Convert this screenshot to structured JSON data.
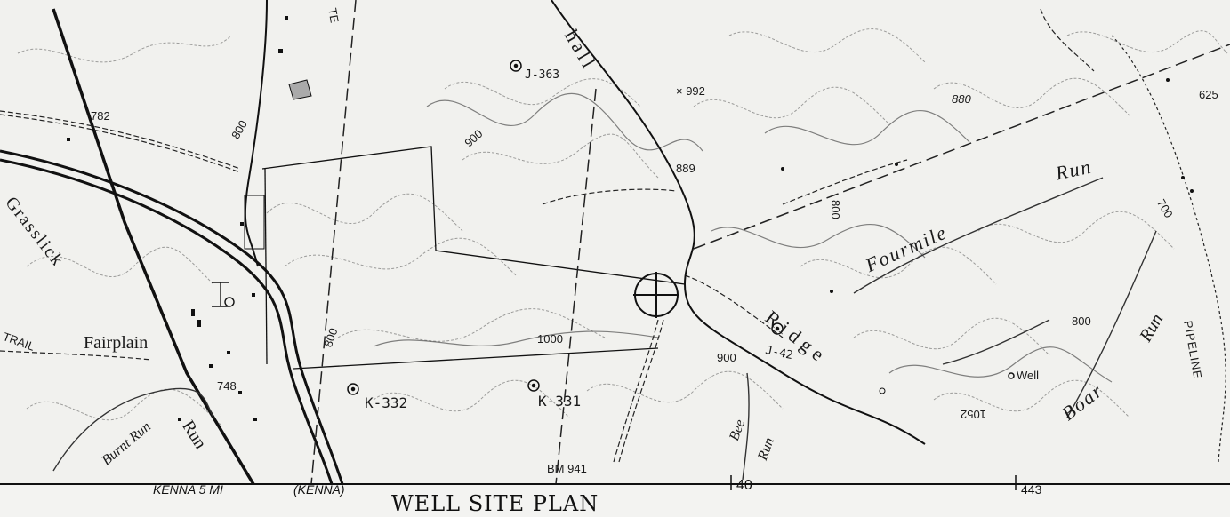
{
  "title": "WELL SITE PLAN",
  "places": {
    "fairplain": "Fairplain",
    "grasslick": "Grasslick",
    "run_left": "Run",
    "burnt_run": "Burnt Run",
    "trail": "TRAIL",
    "fourmile": "Fourmile",
    "run_top": "Run",
    "ridge": "Ridge",
    "boar": "Boar",
    "run_right": "Run",
    "pipeline": "PIPELINE",
    "bee": "Bee",
    "run_bee": "Run",
    "hall": "hall",
    "well": "Well",
    "te": "TE"
  },
  "wells": {
    "j363": "J-363",
    "k332": "K-332",
    "k331": "K-331",
    "j42": "J-42"
  },
  "elevations": {
    "e782": "782",
    "e800a": "800",
    "e900a": "900",
    "e992": "× 992",
    "e889": "889",
    "e880": "880",
    "e625": "625",
    "e800b": "800",
    "e700": "700",
    "e800c": "800",
    "e1000": "1000",
    "e900b": "900",
    "e800d": "800",
    "e748": "748",
    "e1052": "1052",
    "bm941": "BM 941"
  },
  "bottom": {
    "kenna5": "KENNA 5 MI",
    "kenna": "(KENNA)",
    "grid40": "40",
    "grid443": "443"
  }
}
